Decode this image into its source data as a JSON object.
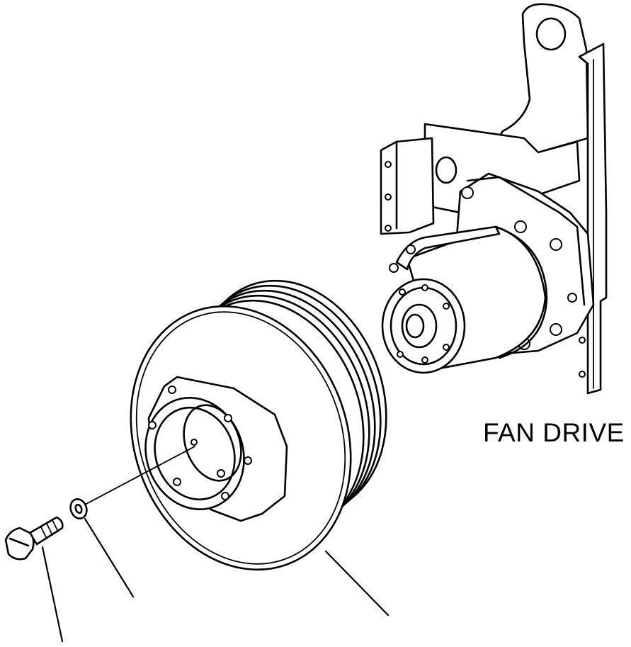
{
  "diagram": {
    "label": "FAN DRIVE",
    "parts": {
      "fan_drive_assembly": "fan-drive-assembly",
      "pulley": "pulley",
      "washer": "washer",
      "bolt": "bolt"
    },
    "line_color": "#000000",
    "background": "#ffffff"
  }
}
